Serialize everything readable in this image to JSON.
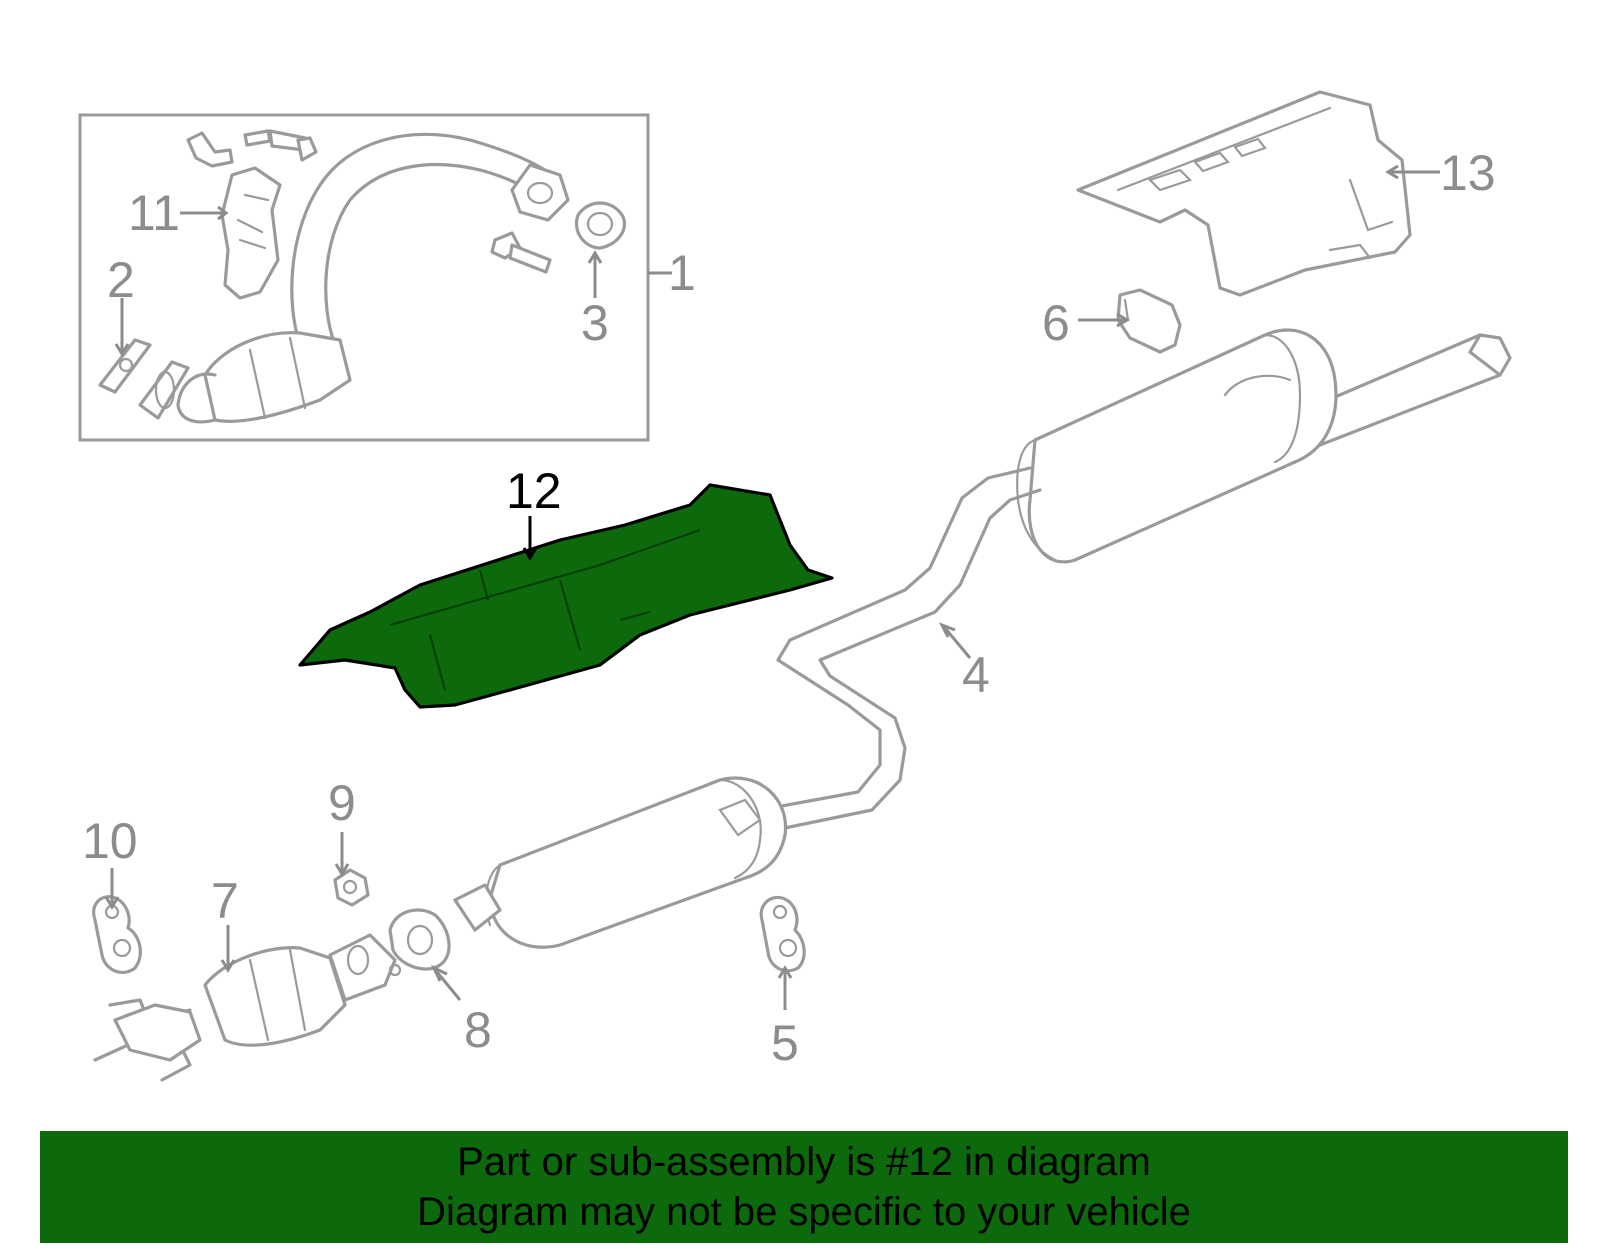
{
  "callouts": {
    "c1": "1",
    "c2": "2",
    "c3": "3",
    "c4": "4",
    "c5": "5",
    "c6": "6",
    "c7": "7",
    "c8": "8",
    "c9": "9",
    "c10": "10",
    "c11": "11",
    "c12": "12",
    "c13": "13"
  },
  "highlight": {
    "part_number": "12",
    "color": "#0c6a0c"
  },
  "banner": {
    "line1": "Part or sub-assembly is #12 in diagram",
    "line2": "Diagram may not be specific to your vehicle",
    "background": "#0c6a0c"
  }
}
